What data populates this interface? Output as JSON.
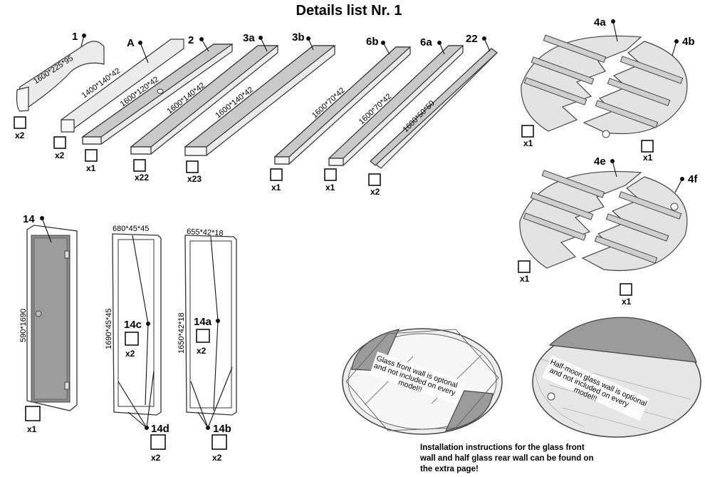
{
  "title": "Details list Nr. 1",
  "parts": {
    "p1": {
      "label": "1",
      "dim": "1600*225*95",
      "qty": "x2"
    },
    "pA": {
      "label": "A",
      "dim": "1400*140*42",
      "qty": "x2"
    },
    "p2": {
      "label": "2",
      "dim": "1600*120*42",
      "qty": "x1"
    },
    "p2b": {
      "dim": "1600*140*42",
      "qty": "x22"
    },
    "p3a": {
      "label": "3a",
      "qty": "x23"
    },
    "p3b": {
      "label": "3b",
      "dim": "1600*140*42"
    },
    "p6b": {
      "label": "6b",
      "dim": "1600*70*42",
      "qty": "x1"
    },
    "p6a": {
      "label": "6a",
      "dim": "1600*70*42",
      "qty": "x1"
    },
    "p22": {
      "label": "22",
      "dim": "1600*50*50",
      "qty": "x2"
    },
    "p4a": {
      "label": "4a",
      "qty": "x1"
    },
    "p4b": {
      "label": "4b",
      "qty": "x1"
    },
    "p4e": {
      "label": "4e",
      "qty": "x1"
    },
    "p4f": {
      "label": "4f",
      "qty": "x1"
    },
    "p14": {
      "label": "14",
      "dim": "590*1690",
      "qty": "x1"
    },
    "p14c": {
      "label": "14c",
      "dim_top": "680*45*45",
      "dim_side": "1690*45*45",
      "qty": "x2"
    },
    "p14d": {
      "label": "14d",
      "qty": "x2"
    },
    "p14a": {
      "label": "14a",
      "dim_top": "655*42*18",
      "dim_side": "1650*42*18",
      "qty": "x2"
    },
    "p14b": {
      "label": "14b",
      "qty": "x2"
    }
  },
  "glass_notes": {
    "front": {
      "line1": "Glass front wall is optonal",
      "line2": "and not included on every",
      "line3": "model!!"
    },
    "rear": {
      "line1": "Half-moon glass wall is optional",
      "line2": "and not included on every",
      "line3": "model!!"
    }
  },
  "footer": {
    "line1": "Installation instructions for the glass front",
    "line2": "wall and half glass rear wall can be found on",
    "line3": "the extra page!"
  }
}
